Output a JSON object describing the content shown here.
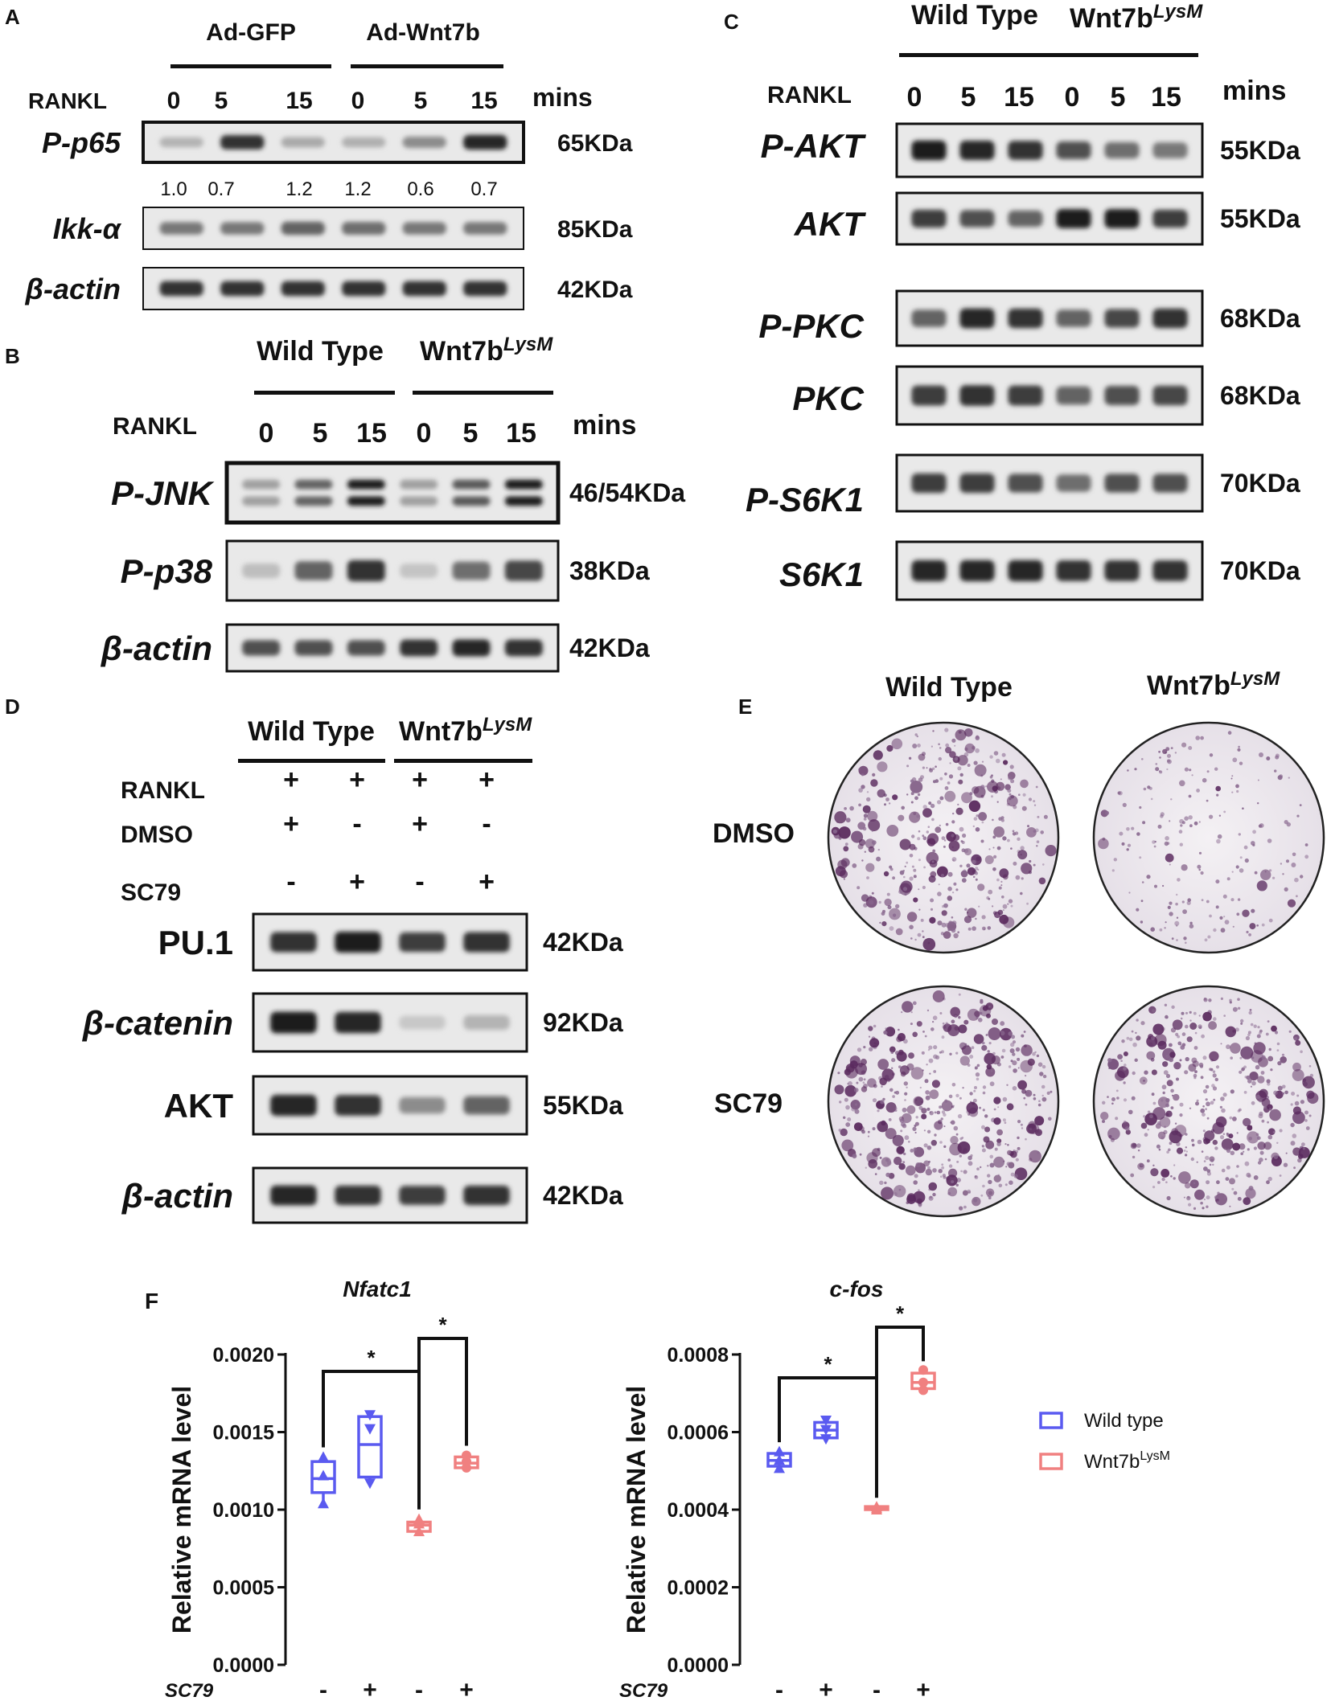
{
  "panelA": {
    "letter": "A",
    "group1": "Ad-GFP",
    "group2": "Ad-Wnt7b",
    "rankl": "RANKL",
    "timepoints": [
      "0",
      "5",
      "15",
      "0",
      "5",
      "15"
    ],
    "unit": "mins",
    "blots": [
      {
        "label": "P-p65",
        "size": "65KDa",
        "intensity": [
          0.2,
          0.85,
          0.25,
          0.22,
          0.4,
          0.9
        ]
      },
      {
        "label": "Ikk-α",
        "size": "85KDa",
        "intensity": [
          0.5,
          0.5,
          0.6,
          0.55,
          0.5,
          0.5
        ]
      },
      {
        "label": "β-actin",
        "size": "42KDa",
        "intensity": [
          0.85,
          0.85,
          0.85,
          0.85,
          0.85,
          0.85
        ]
      }
    ],
    "quant": [
      "1.0",
      "0.7",
      "1.2",
      "1.2",
      "0.6",
      "0.7"
    ]
  },
  "panelB": {
    "letter": "B",
    "group1": "Wild Type",
    "group2": "Wnt7b",
    "group2_sup": "LysM",
    "rankl": "RANKL",
    "timepoints": [
      "0",
      "5",
      "15",
      "0",
      "5",
      "15"
    ],
    "unit": "mins",
    "blots": [
      {
        "label": "P-JNK",
        "size": "46/54KDa",
        "intensity": [
          0.3,
          0.6,
          0.95,
          0.3,
          0.65,
          0.95
        ]
      },
      {
        "label": "P-p38",
        "size": "38KDa",
        "intensity": [
          0.15,
          0.6,
          0.85,
          0.12,
          0.55,
          0.75
        ]
      },
      {
        "label": "β-actin",
        "size": "42KDa",
        "intensity": [
          0.7,
          0.7,
          0.7,
          0.85,
          0.9,
          0.85
        ]
      }
    ]
  },
  "panelC": {
    "letter": "C",
    "group1": "Wild Type",
    "group2": "Wnt7b",
    "group2_sup": "LysM",
    "rankl": "RANKL",
    "timepoints": [
      "0",
      "5",
      "15",
      "0",
      "5",
      "15"
    ],
    "unit": "mins",
    "blots": [
      {
        "label": "P-AKT",
        "size": "55KDa",
        "intensity": [
          0.95,
          0.9,
          0.85,
          0.7,
          0.55,
          0.5
        ]
      },
      {
        "label": "AKT",
        "size": "55KDa",
        "intensity": [
          0.8,
          0.7,
          0.6,
          0.95,
          0.95,
          0.8
        ]
      },
      {
        "label": "P-PKC",
        "size": "68KDa",
        "intensity": [
          0.6,
          0.9,
          0.85,
          0.6,
          0.75,
          0.85
        ]
      },
      {
        "label": "PKC",
        "size": "68KDa",
        "intensity": [
          0.8,
          0.85,
          0.8,
          0.6,
          0.7,
          0.75
        ]
      },
      {
        "label": "P-S6K1",
        "size": "70KDa",
        "intensity": [
          0.8,
          0.8,
          0.7,
          0.55,
          0.7,
          0.7
        ]
      },
      {
        "label": "S6K1",
        "size": "70KDa",
        "intensity": [
          0.9,
          0.9,
          0.9,
          0.85,
          0.85,
          0.85
        ]
      }
    ]
  },
  "panelD": {
    "letter": "D",
    "group1": "Wild Type",
    "group2": "Wnt7b",
    "group2_sup": "LysM",
    "conditions": [
      {
        "label": "RANKL",
        "values": [
          "+",
          "+",
          "+",
          "+"
        ]
      },
      {
        "label": "DMSO",
        "values": [
          "+",
          "-",
          "+",
          "-"
        ]
      },
      {
        "label": "SC79",
        "values": [
          "-",
          "+",
          "-",
          "+"
        ]
      }
    ],
    "blots": [
      {
        "label": "PU.1",
        "size": "42KDa",
        "intensity": [
          0.85,
          0.95,
          0.8,
          0.85
        ]
      },
      {
        "label": "β-catenin",
        "size": "92KDa",
        "intensity": [
          0.95,
          0.9,
          0.1,
          0.2
        ]
      },
      {
        "label": "AKT",
        "size": "55KDa",
        "intensity": [
          0.9,
          0.85,
          0.4,
          0.6
        ]
      },
      {
        "label": "β-actin",
        "size": "42KDa",
        "intensity": [
          0.9,
          0.85,
          0.8,
          0.85
        ]
      }
    ]
  },
  "panelE": {
    "letter": "E",
    "col1": "Wild Type",
    "col2": "Wnt7b",
    "col2_sup": "LysM",
    "row1": "DMSO",
    "row2": "SC79",
    "stain_density": [
      [
        0.8,
        0.3
      ],
      [
        1.0,
        0.9
      ]
    ]
  },
  "panelF": {
    "letter": "F",
    "sc79_label": "SC79",
    "sc79_values": [
      "-",
      "+",
      "-",
      "+"
    ],
    "legend": [
      {
        "label": "Wild type",
        "color": "#5a5af0"
      },
      {
        "label": "Wnt7b",
        "sup": "LysM",
        "color": "#f08080"
      }
    ]
  },
  "chart_data": [
    {
      "type": "box",
      "title": "Nfatc1",
      "ylabel": "Relative mRNA level",
      "ylim": [
        0,
        0.002
      ],
      "yticks": [
        "0.0000",
        "0.0005",
        "0.0010",
        "0.0015",
        "0.0020"
      ],
      "categories": [
        "-",
        "+",
        "-",
        "+"
      ],
      "groups": [
        "Wild type",
        "Wild type",
        "Wnt7b LysM",
        "Wnt7b LysM"
      ],
      "boxes": [
        {
          "min": 0.00104,
          "q1": 0.00111,
          "median": 0.0012,
          "q3": 0.00131,
          "max": 0.00135
        },
        {
          "min": 0.00117,
          "q1": 0.00121,
          "median": 0.00142,
          "q3": 0.0016,
          "max": 0.00163
        },
        {
          "min": 0.00086,
          "q1": 0.00086,
          "median": 0.0009,
          "q3": 0.00092,
          "max": 0.00095
        },
        {
          "min": 0.00126,
          "q1": 0.00127,
          "median": 0.0013,
          "q3": 0.00134,
          "max": 0.00136
        }
      ],
      "points": [
        [
          0.00104,
          0.00122,
          0.00134
        ],
        [
          0.00117,
          0.00152,
          0.00161
        ],
        [
          0.00086,
          0.00091,
          0.00094
        ],
        [
          0.00127,
          0.00131,
          0.00135
        ]
      ],
      "significance": [
        {
          "between": [
            0,
            2
          ],
          "label": "*"
        },
        {
          "between": [
            2,
            3
          ],
          "label": "*"
        }
      ]
    },
    {
      "type": "box",
      "title": "c-fos",
      "ylabel": "Relative mRNA level",
      "ylim": [
        0,
        0.0008
      ],
      "yticks": [
        "0.0000",
        "0.0002",
        "0.0004",
        "0.0006",
        "0.0008"
      ],
      "categories": [
        "-",
        "+",
        "-",
        "+"
      ],
      "groups": [
        "Wild type",
        "Wild type",
        "Wnt7b LysM",
        "Wnt7b LysM"
      ],
      "boxes": [
        {
          "min": 0.000505,
          "q1": 0.000512,
          "median": 0.000527,
          "q3": 0.000545,
          "max": 0.000553
        },
        {
          "min": 0.00058,
          "q1": 0.000585,
          "median": 0.000605,
          "q3": 0.000625,
          "max": 0.000633
        },
        {
          "min": 0.000398,
          "q1": 0.0004,
          "median": 0.000404,
          "q3": 0.000408,
          "max": 0.00041
        },
        {
          "min": 0.000705,
          "q1": 0.000712,
          "median": 0.000728,
          "q3": 0.000752,
          "max": 0.000762
        }
      ],
      "points": [
        [
          0.000507,
          0.000528,
          0.00055
        ],
        [
          0.000582,
          0.000606,
          0.00063
        ],
        [
          0.0004,
          0.000404,
          0.000408
        ],
        [
          0.000708,
          0.000728,
          0.00076
        ]
      ],
      "significance": [
        {
          "between": [
            0,
            2
          ],
          "label": "*"
        },
        {
          "between": [
            2,
            3
          ],
          "label": "*"
        }
      ]
    }
  ]
}
